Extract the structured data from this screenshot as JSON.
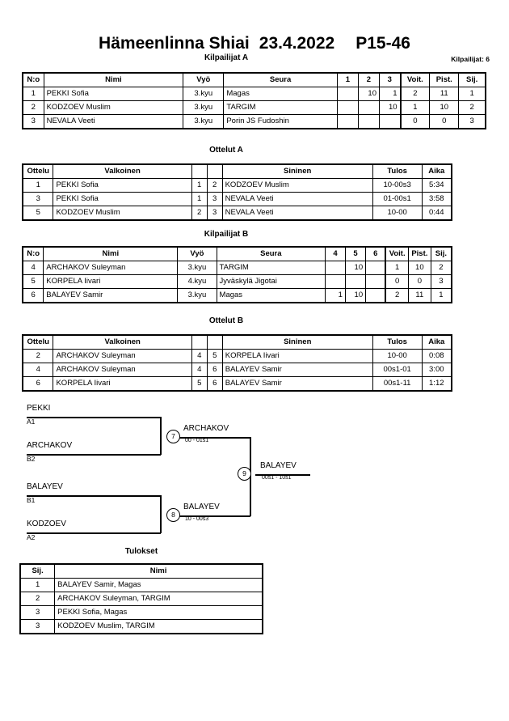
{
  "header": {
    "event": "Hämeenlinna Shiai",
    "date": "23.4.2022",
    "category": "P15-46",
    "competitor_count": "Kilpailijat: 6"
  },
  "pool_a": {
    "caption": "Kilpailijat A",
    "columns": [
      "N:o",
      "Nimi",
      "Vyö",
      "Seura",
      "1",
      "2",
      "3",
      "Voit.",
      "Pist.",
      "Sij."
    ],
    "rows": [
      {
        "no": "1",
        "name": "PEKKI Sofia",
        "belt": "3.kyu",
        "club": "Magas",
        "m1": "",
        "m2": "10",
        "m3": "1",
        "wins": "2",
        "points": "11",
        "rank": "1"
      },
      {
        "no": "2",
        "name": "KODZOEV Muslim",
        "belt": "3.kyu",
        "club": "TARGIM",
        "m1": "",
        "m2": "",
        "m3": "10",
        "wins": "1",
        "points": "10",
        "rank": "2"
      },
      {
        "no": "3",
        "name": "NEVALA Veeti",
        "belt": "3.kyu",
        "club": "Porin JS Fudoshin",
        "m1": "",
        "m2": "",
        "m3": "",
        "wins": "0",
        "points": "0",
        "rank": "3"
      }
    ]
  },
  "matches_a": {
    "caption": "Ottelut A",
    "columns": [
      "Ottelu",
      "Valkoinen",
      "",
      "",
      "Sininen",
      "Tulos",
      "Aika"
    ],
    "rows": [
      {
        "no": "1",
        "white": "PEKKI Sofia",
        "wn": "1",
        "bn": "2",
        "blue": "KODZOEV Muslim",
        "result": "10-00s3",
        "time": "5:34"
      },
      {
        "no": "3",
        "white": "PEKKI Sofia",
        "wn": "1",
        "bn": "3",
        "blue": "NEVALA Veeti",
        "result": "01-00s1",
        "time": "3:58"
      },
      {
        "no": "5",
        "white": "KODZOEV Muslim",
        "wn": "2",
        "bn": "3",
        "blue": "NEVALA Veeti",
        "result": "10-00",
        "time": "0:44"
      }
    ]
  },
  "pool_b": {
    "caption": "Kilpailijat B",
    "columns": [
      "N:o",
      "Nimi",
      "Vyö",
      "Seura",
      "4",
      "5",
      "6",
      "Voit.",
      "Pist.",
      "Sij."
    ],
    "rows": [
      {
        "no": "4",
        "name": "ARCHAKOV Suleyman",
        "belt": "3.kyu",
        "club": "TARGIM",
        "m1": "",
        "m2": "10",
        "m3": "",
        "wins": "1",
        "points": "10",
        "rank": "2"
      },
      {
        "no": "5",
        "name": "KORPELA Iivari",
        "belt": "4.kyu",
        "club": "Jyväskylä Jigotai",
        "m1": "",
        "m2": "",
        "m3": "",
        "wins": "0",
        "points": "0",
        "rank": "3"
      },
      {
        "no": "6",
        "name": "BALAYEV Samir",
        "belt": "3.kyu",
        "club": "Magas",
        "m1": "1",
        "m2": "10",
        "m3": "",
        "wins": "2",
        "points": "11",
        "rank": "1"
      }
    ]
  },
  "matches_b": {
    "caption": "Ottelut B",
    "columns": [
      "Ottelu",
      "Valkoinen",
      "",
      "",
      "Sininen",
      "Tulos",
      "Aika"
    ],
    "rows": [
      {
        "no": "2",
        "white": "ARCHAKOV Suleyman",
        "wn": "4",
        "bn": "5",
        "blue": "KORPELA Iivari",
        "result": "10-00",
        "time": "0:08"
      },
      {
        "no": "4",
        "white": "ARCHAKOV Suleyman",
        "wn": "4",
        "bn": "6",
        "blue": "BALAYEV Samir",
        "result": "00s1-01",
        "time": "3:00"
      },
      {
        "no": "6",
        "white": "KORPELA Iivari",
        "wn": "5",
        "bn": "6",
        "blue": "BALAYEV Samir",
        "result": "00s1-11",
        "time": "1:12"
      }
    ]
  },
  "bracket": {
    "semifinal_1": {
      "top": {
        "name": "PEKKI",
        "seed": "A1"
      },
      "bottom": {
        "name": "ARCHAKOV",
        "seed": "B2"
      },
      "node": "7",
      "winner": "ARCHAKOV",
      "score": "00 - 01s1"
    },
    "semifinal_2": {
      "top": {
        "name": "BALAYEV",
        "seed": "B1"
      },
      "bottom": {
        "name": "KODZOEV",
        "seed": "A2"
      },
      "node": "8",
      "winner": "BALAYEV",
      "score": "10 - 00s3"
    },
    "final": {
      "node": "9",
      "winner": "BALAYEV",
      "score": "00s1 - 10s1"
    }
  },
  "results": {
    "caption": "Tulokset",
    "columns": [
      "Sij.",
      "Nimi"
    ],
    "rows": [
      {
        "rank": "1",
        "name": "BALAYEV Samir, Magas"
      },
      {
        "rank": "2",
        "name": "ARCHAKOV Suleyman, TARGIM"
      },
      {
        "rank": "3",
        "name": "PEKKI Sofia, Magas"
      },
      {
        "rank": "3",
        "name": "KODZOEV Muslim, TARGIM"
      }
    ]
  }
}
